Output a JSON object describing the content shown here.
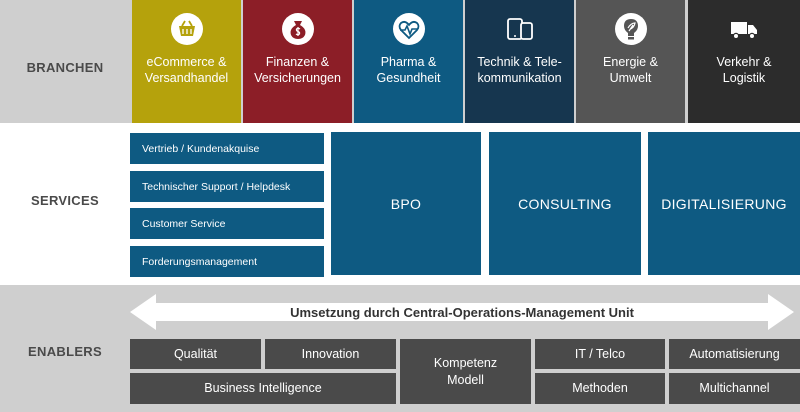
{
  "rows": {
    "branchen": "BRANCHEN",
    "services": "SERVICES",
    "enablers": "ENABLERS"
  },
  "branchen": [
    {
      "label": "eCommerce &\nVersandhandel",
      "icon": "shopping-basket-icon",
      "color": "#b5a20c"
    },
    {
      "label": "Finanzen &\nVersicherungen",
      "icon": "money-bag-icon",
      "color": "#8c1e27"
    },
    {
      "label": "Pharma &\nGesundheit",
      "icon": "heart-pulse-icon",
      "color": "#0e5a82"
    },
    {
      "label": "Technik & Tele-\nkommunikation",
      "icon": "devices-icon",
      "color": "#16364f"
    },
    {
      "label": "Energie &\nUmwelt",
      "icon": "eco-bulb-icon",
      "color": "#555555"
    },
    {
      "label": "Verkehr &\nLogistik",
      "icon": "truck-icon",
      "color": "#2c2c2c"
    }
  ],
  "services": {
    "small": [
      "Vertrieb / Kundenakquise",
      "Technischer Support / Helpdesk",
      "Customer Service",
      "Forderungsmanagement"
    ],
    "big": [
      "BPO",
      "CONSULTING",
      "DIGITALISIERUNG"
    ],
    "color": "#0e5a82"
  },
  "enablers": {
    "arrow_label": "Umsetzung durch Central-Operations-Management Unit",
    "items": {
      "qualitaet": "Qualität",
      "innovation": "Innovation",
      "business_intelligence": "Business Intelligence",
      "kompetenz_modell": "Kompetenz\nModell",
      "it_telco": "IT / Telco",
      "automatisierung": "Automatisierung",
      "methoden": "Methoden",
      "multichannel": "Multichannel"
    },
    "color": "#4a4a4a"
  }
}
